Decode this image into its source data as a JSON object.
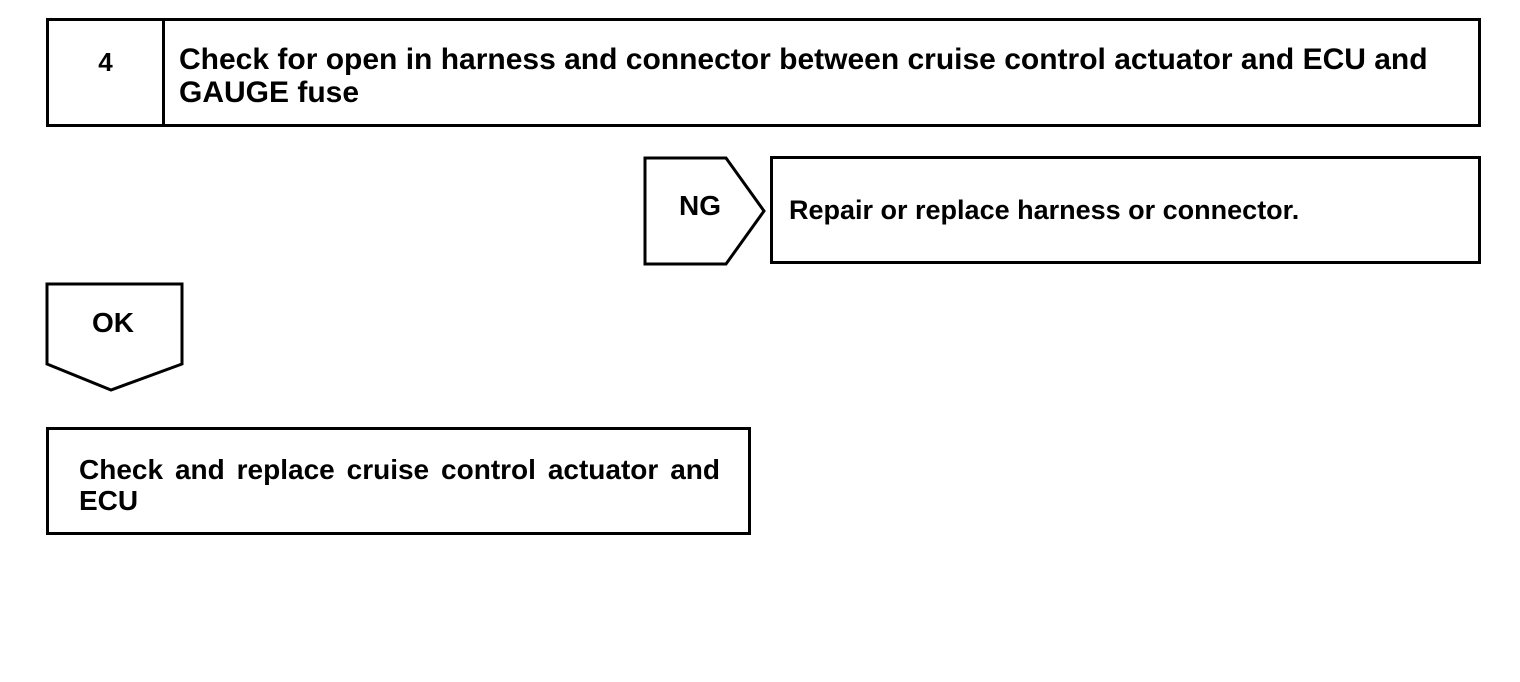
{
  "step": {
    "number": "4",
    "title": "Check for open in harness and connector between cruise control actuator and ECU and GAUGE fuse"
  },
  "ng_branch": {
    "label": "NG",
    "action": "Repair or replace harness or connector."
  },
  "ok_branch": {
    "label": "OK",
    "action": "Check and replace cruise control actuator and ECU"
  }
}
